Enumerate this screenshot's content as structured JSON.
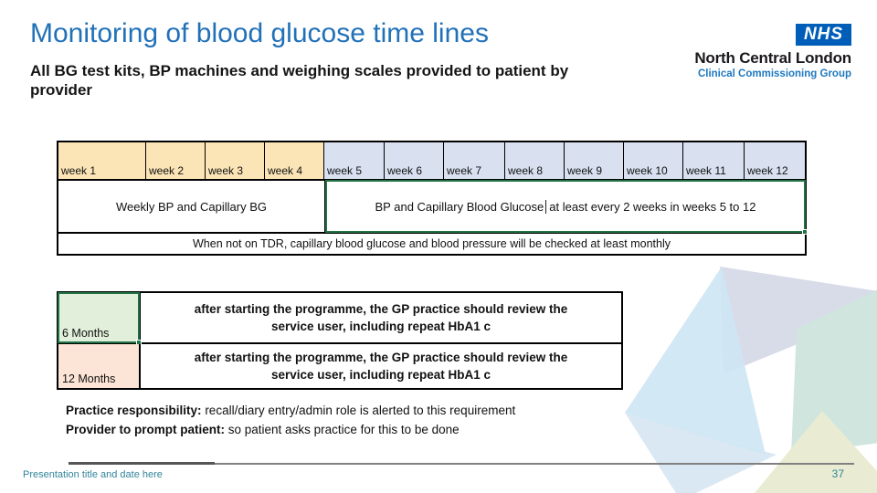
{
  "slide": {
    "title": "Monitoring of blood glucose time lines",
    "subtitle": "All BG test kits, BP machines and weighing scales provided to patient by\nprovider"
  },
  "logo": {
    "nhs": "NHS",
    "org": "North Central London",
    "sub": "Clinical Commissioning Group"
  },
  "timeline_table": {
    "weeks": [
      "week 1",
      "week 2",
      "week 3",
      "week 4",
      "week 5",
      "week 6",
      "week 7",
      "week 8",
      "week 9",
      "week 10",
      "week 11",
      "week 12"
    ],
    "weekly_bp_label": "Weekly BP and Capillary BG",
    "biweekly_part1": "BP and Capillary Blood Glucose",
    "biweekly_part2": "at least every 2 weeks in weeks 5 to 12",
    "tdr_note": "When not on TDR, capillary blood glucose and blood pressure will be checked at least monthly"
  },
  "review_table": {
    "rows": [
      {
        "label": "6 Months",
        "text": "after starting the programme, the GP practice should review the\nservice user, including repeat HbA1 c"
      },
      {
        "label": "12 Months",
        "text": "after starting the programme, the GP practice should review the\nservice user, including repeat HbA1 c"
      }
    ]
  },
  "notes": [
    {
      "lead": "Practice responsibility:",
      "text": " recall/diary entry/admin role is alerted to this requirement"
    },
    {
      "lead": "Provider to prompt patient:",
      "text": " so patient asks practice for this to be done"
    }
  ],
  "footer": {
    "left": "Presentation title and date here",
    "page": "37"
  },
  "colors": {
    "accent_blue": "#2171B9",
    "nhs_blue": "#005EB8",
    "ccg_blue": "#1E78BE",
    "warm_week": "#FBE5B6",
    "cool_week": "#D9E1F1",
    "green_cell": "#E2EFDA",
    "peach_cell": "#FCE4D6",
    "selection_green": "#217346",
    "footer_teal": "#31849B"
  }
}
